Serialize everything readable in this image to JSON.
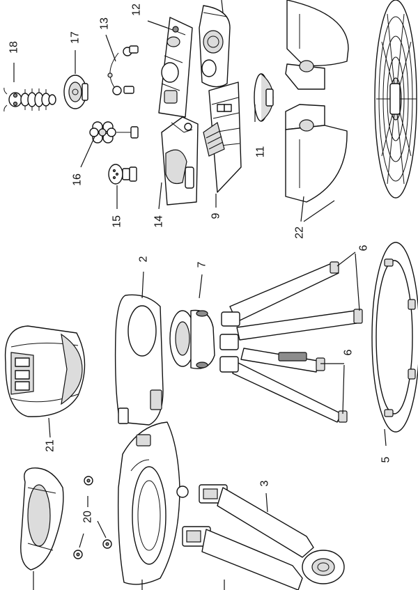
{
  "callouts": [
    {
      "id": "c18",
      "text": "18"
    },
    {
      "id": "c17",
      "text": "17"
    },
    {
      "id": "c13",
      "text": "13"
    },
    {
      "id": "c12",
      "text": "12"
    },
    {
      "id": "c16",
      "text": "16"
    },
    {
      "id": "c15",
      "text": "15"
    },
    {
      "id": "c14",
      "text": "14"
    },
    {
      "id": "c9",
      "text": "9"
    },
    {
      "id": "c11",
      "text": "11"
    },
    {
      "id": "c22",
      "text": "22"
    },
    {
      "id": "c2",
      "text": "2"
    },
    {
      "id": "c7",
      "text": "7"
    },
    {
      "id": "c6a",
      "text": "6"
    },
    {
      "id": "c6b",
      "text": "6"
    },
    {
      "id": "c5",
      "text": "5"
    },
    {
      "id": "c21",
      "text": "21"
    },
    {
      "id": "c20",
      "text": "20"
    },
    {
      "id": "c3",
      "text": "3"
    }
  ]
}
